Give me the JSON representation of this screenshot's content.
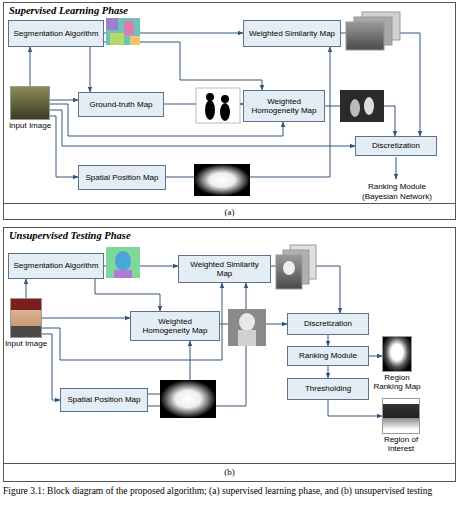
{
  "diagram": {
    "caption": "Figure 3.1: Block diagram of the proposed algorithm; (a) supervised learning phase, and (b) unsupervised testing",
    "nodes": [
      {
        "text": [
          "Supervised Learning Phase",
          "(a)"
        ]
      },
      {
        "text": [
          "Segmentation Algorithm"
        ],
        "in": 0
      },
      {
        "text": [
          "Input Image"
        ],
        "in": 0
      },
      {
        "text": [
          "Ground-truth Map"
        ],
        "in": 0
      },
      {
        "text": [
          "Weighted Similarity Map"
        ],
        "in": 0
      },
      {
        "text": [
          "Weighted Homogeneity Map"
        ],
        "in": 0
      },
      {
        "text": [
          "Discretization"
        ],
        "in": 0
      },
      {
        "text": [
          "Spatial Position Map"
        ],
        "in": 0
      },
      {
        "text": [
          "Unsupervised Testing Phase",
          "(b)"
        ]
      },
      {
        "text": [
          "Segmentation Algorithm"
        ],
        "in": 8
      },
      {
        "text": [
          "Input Image"
        ],
        "in": 8
      },
      {
        "text": [
          "Weighted Similarity Map"
        ],
        "in": 8
      },
      {
        "text": [
          "Weighted Homogeneity Map"
        ],
        "in": 8
      },
      {
        "text": [
          "Discretization"
        ],
        "in": 8
      },
      {
        "text": [
          "Ranking Module"
        ],
        "in": 8
      },
      {
        "text": [
          "Region Ranking Map"
        ],
        "in": 8
      },
      {
        "text": [
          "Thresholding"
        ],
        "in": 8
      },
      {
        "text": [
          "Spatial Position Map"
        ],
        "in": 8
      },
      {
        "text": [
          "Region of Interest"
        ],
        "in": 8
      }
    ],
    "edges": [
      {
        "from": 2,
        "to": 1,
        "arrow": "to"
      },
      {
        "from": 2,
        "to": 3,
        "arrow": "to"
      },
      {
        "from": 2,
        "to": 7,
        "arrow": "to"
      },
      {
        "from": 2,
        "to": 5,
        "arrow": "to"
      },
      {
        "from": 2,
        "to": 6,
        "arrow": "to"
      },
      {
        "from": 1,
        "to": 4,
        "arrow": "to"
      },
      {
        "from": 1,
        "to": 3,
        "arrow": "to"
      },
      {
        "from": 1,
        "to": 5,
        "arrow": "to"
      },
      {
        "from": 3,
        "to": 5,
        "arrow": "to"
      },
      {
        "from": 7,
        "to": 4,
        "arrow": "to"
      },
      {
        "from": 4,
        "to": 6,
        "arrow": "to"
      },
      {
        "from": 5,
        "to": 6,
        "arrow": "to"
      },
      {
        "from": 10,
        "to": 9,
        "arrow": "to"
      },
      {
        "from": 10,
        "to": 12,
        "arrow": "to"
      },
      {
        "from": 10,
        "to": 11,
        "arrow": "to"
      },
      {
        "from": 10,
        "to": 17,
        "arrow": "to"
      },
      {
        "from": 9,
        "to": 11,
        "arrow": "to"
      },
      {
        "from": 9,
        "to": 12,
        "arrow": "to"
      },
      {
        "from": 17,
        "to": 12,
        "arrow": "to"
      },
      {
        "from": 17,
        "to": 11,
        "arrow": "to"
      },
      {
        "from": 11,
        "to": 13,
        "arrow": "to"
      },
      {
        "from": 12,
        "to": 13,
        "arrow": "to"
      },
      {
        "from": 13,
        "to": 14,
        "arrow": "to"
      },
      {
        "from": 14,
        "to": 15,
        "arrow": "to"
      },
      {
        "from": 14,
        "to": 16,
        "arrow": "to"
      },
      {
        "from": 16,
        "to": 18,
        "arrow": "to"
      }
    ],
    "labels": [
      "Ranking Module (Bayesian Network)"
    ]
  }
}
